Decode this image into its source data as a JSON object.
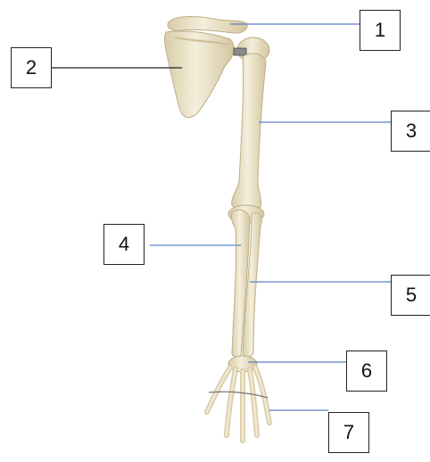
{
  "labels": [
    "1",
    "2",
    "3",
    "4",
    "5",
    "6",
    "7"
  ],
  "colors": {
    "bone": "#efe7cf",
    "bone_shade": "#d8cba8",
    "bone_outline": "#bfae86",
    "leader_blue": "#5b7fc6",
    "leader_black": "#222222"
  }
}
